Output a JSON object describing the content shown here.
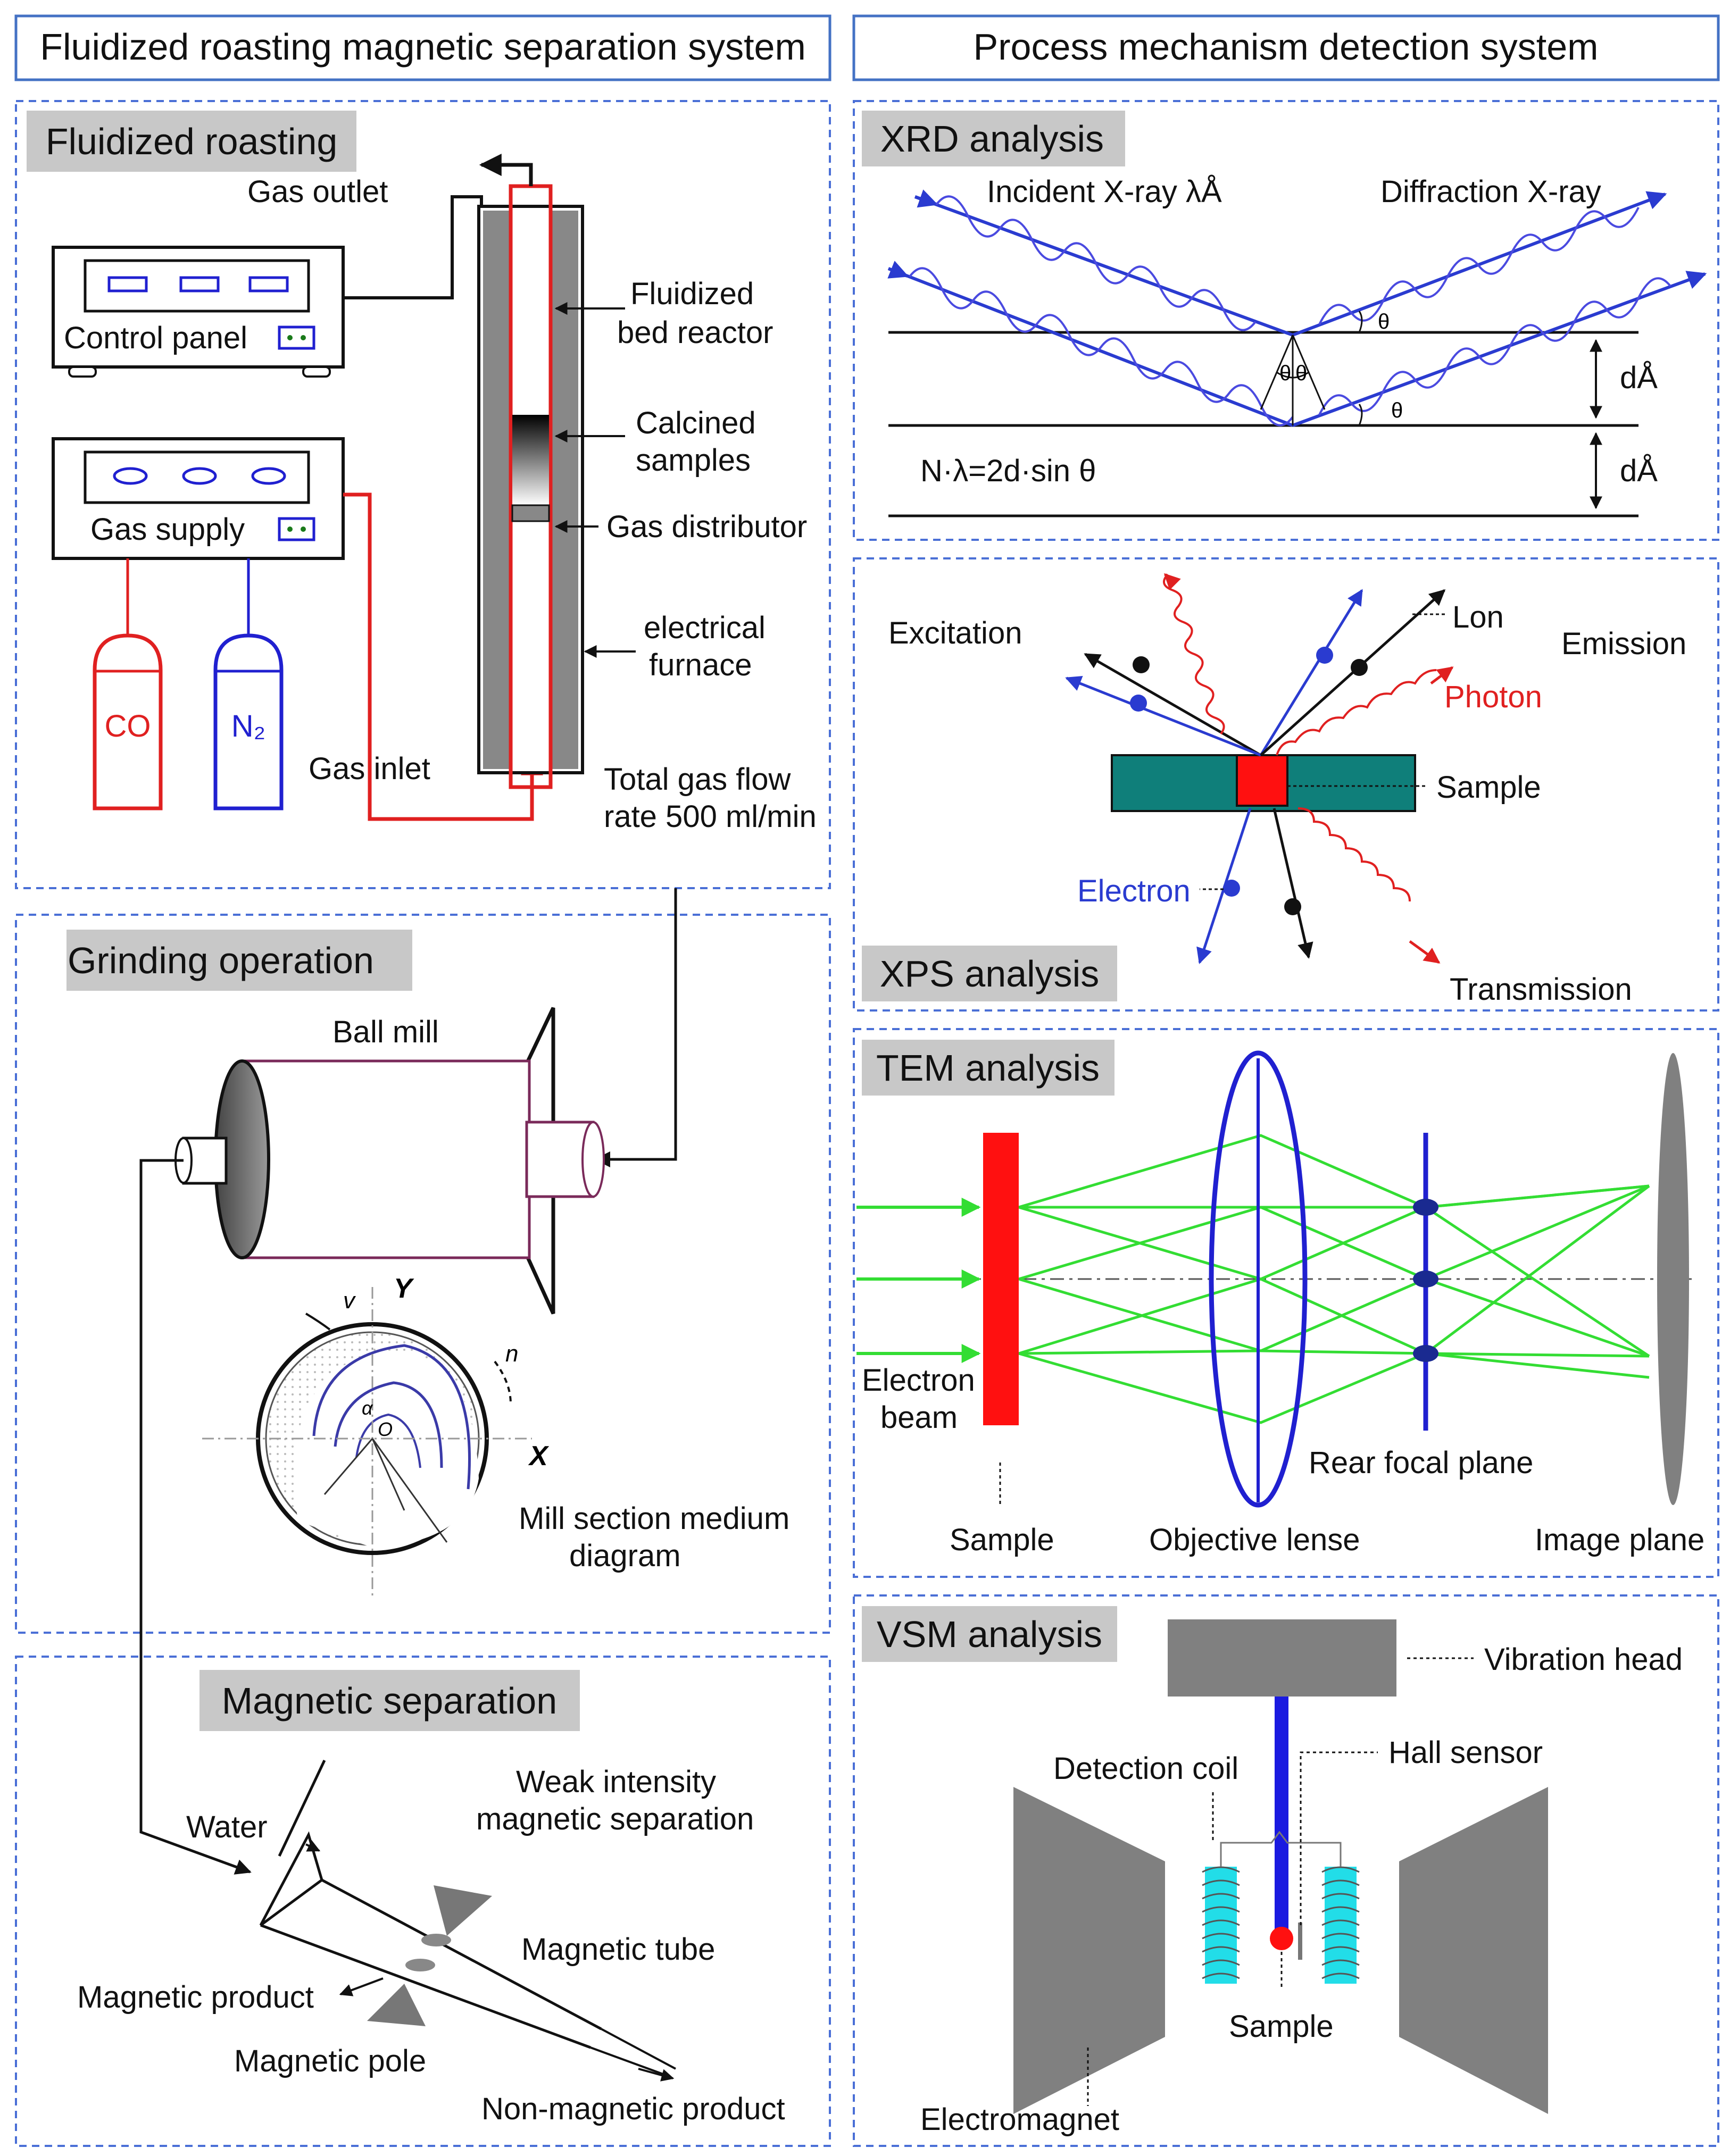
{
  "headers": {
    "left": "Fluidized roasting magnetic separation system",
    "right": "Process mechanism detection system"
  },
  "fluidized": {
    "title": "Fluidized roasting",
    "gas_outlet": "Gas outlet",
    "control_panel": "Control panel",
    "gas_supply": "Gas supply",
    "co": "CO",
    "n2": "N₂",
    "gas_inlet": "Gas inlet",
    "reactor_l1": "Fluidized",
    "reactor_l2": "bed reactor",
    "calcined_l1": "Calcined",
    "calcined_l2": "samples",
    "distributor": "Gas distributor",
    "furnace_l1": "electrical",
    "furnace_l2": "furnace",
    "flow_l1": "Total gas flow",
    "flow_l2": "rate 500 ml/min"
  },
  "grinding": {
    "title": "Grinding operation",
    "ball_mill": "Ball mill",
    "axis_y": "Y",
    "axis_x": "X",
    "sym_v": "v",
    "sym_n": "n",
    "sym_o": "O",
    "sym_alpha": "α",
    "section_l1": "Mill section medium",
    "section_l2": "diagram"
  },
  "magnetic": {
    "title": "Magnetic separation",
    "water": "Water",
    "weak_l1": "Weak intensity",
    "weak_l2": "magnetic separation",
    "tube": "Magnetic tube",
    "product": "Magnetic product",
    "pole": "Magnetic pole",
    "non_magnetic": "Non-magnetic product"
  },
  "xrd": {
    "title": "XRD analysis",
    "incident": "Incident X-ray λÅ",
    "diffraction": "Diffraction X-ray",
    "theta": "θ",
    "d_angstrom": "dÅ",
    "formula": "N·λ=2d·sin θ"
  },
  "xps": {
    "title": "XPS analysis",
    "excitation": "Excitation",
    "lon": "Lon",
    "emission": "Emission",
    "photon": "Photon",
    "sample": "Sample",
    "electron": "Electron",
    "transmission": "Transmission"
  },
  "tem": {
    "title": "TEM analysis",
    "beam_l1": "Electron",
    "beam_l2": "beam",
    "sample": "Sample",
    "objective": "Objective lense",
    "rear": "Rear focal plane",
    "image_plane": "Image plane"
  },
  "vsm": {
    "title": "VSM analysis",
    "vibration_head": "Vibration head",
    "hall_sensor": "Hall sensor",
    "detection_coil": "Detection coil",
    "sample": "Sample",
    "electromagnet": "Electromagnet"
  },
  "colors": {
    "header_border": "#4472c4",
    "panel_border": "#4a6fd6",
    "tag_fill": "#c8c8c8",
    "gas_red": "#e02020",
    "gas_blue": "#2020d0",
    "ray_blue": "#2a3bd0",
    "wave_blue": "#4a4ae0",
    "green_ray": "#33dd33",
    "teal_sample": "#0f7f7a",
    "red_sample": "#ff1010",
    "coil_cyan": "#22dde8",
    "magnet_gray": "#808080"
  }
}
